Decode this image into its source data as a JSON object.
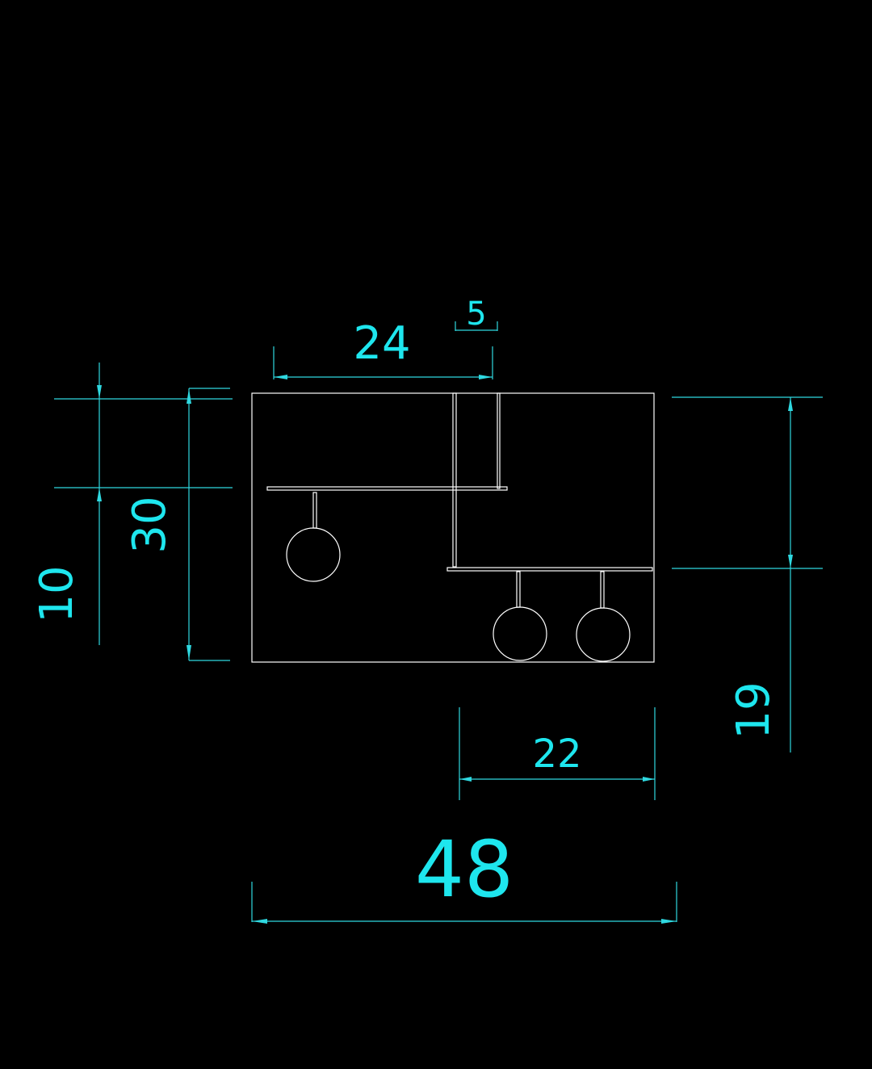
{
  "drawing": {
    "background": "#000000",
    "line_color": "#ffffff",
    "dimension_color": "#2fd8e0",
    "dimensions": {
      "top_width": "24",
      "top_gap": "5",
      "left_offset": "10",
      "left_height": "30",
      "right_height": "19",
      "bottom_right_width": "22",
      "overall_width": "48"
    },
    "elements": {
      "outer_frame": "rectangle",
      "shelves": 2,
      "vertical_posts": 2,
      "pendant_circles": 3
    }
  }
}
